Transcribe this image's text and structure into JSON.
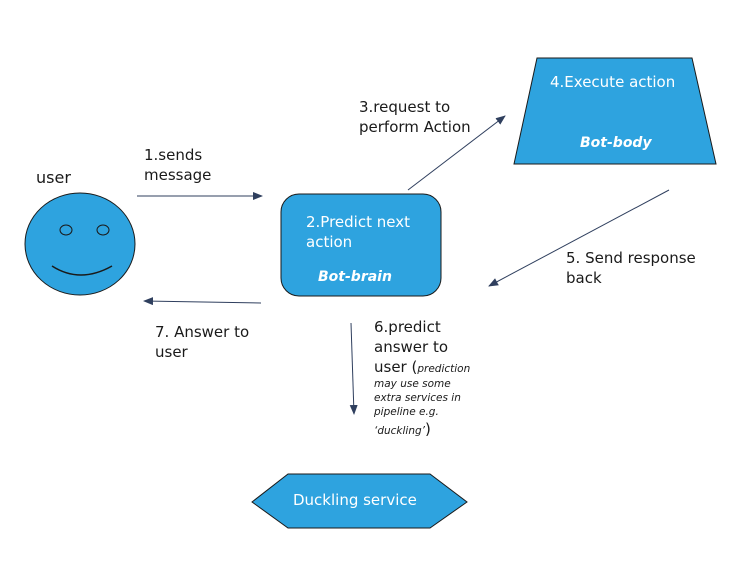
{
  "colors": {
    "shape_fill": "#2ea3df",
    "shape_stroke": "#1a1a1a",
    "arrow": "#2f3f5e",
    "text": "#1a1a1a",
    "shape_text": "#ffffff"
  },
  "nodes": {
    "user": {
      "label": "user",
      "icon": "smiley-face-icon"
    },
    "bot_brain": {
      "title_line1": "2.Predict next",
      "title_line2": "action",
      "subtitle": "Bot-brain"
    },
    "bot_body": {
      "title": "4.Execute action",
      "subtitle": "Bot-body"
    },
    "duckling": {
      "label": "Duckling service"
    }
  },
  "edges": {
    "e1": {
      "line1": "1.sends",
      "line2": "message"
    },
    "e3": {
      "line1": "3.request to",
      "line2": "perform Action"
    },
    "e5": {
      "line1": "5. Send response",
      "line2": "back"
    },
    "e6": {
      "line1": "6.predict",
      "line2": "answer to",
      "line3_main": "user (",
      "note_line1": "prediction",
      "note_line2": "may use some",
      "note_line3": "extra services in",
      "note_line4": "pipeline e.g.",
      "note_line5": "‘duckling’",
      "close_paren": ")"
    },
    "e7": {
      "line1": "7. Answer to",
      "line2": "user"
    }
  }
}
